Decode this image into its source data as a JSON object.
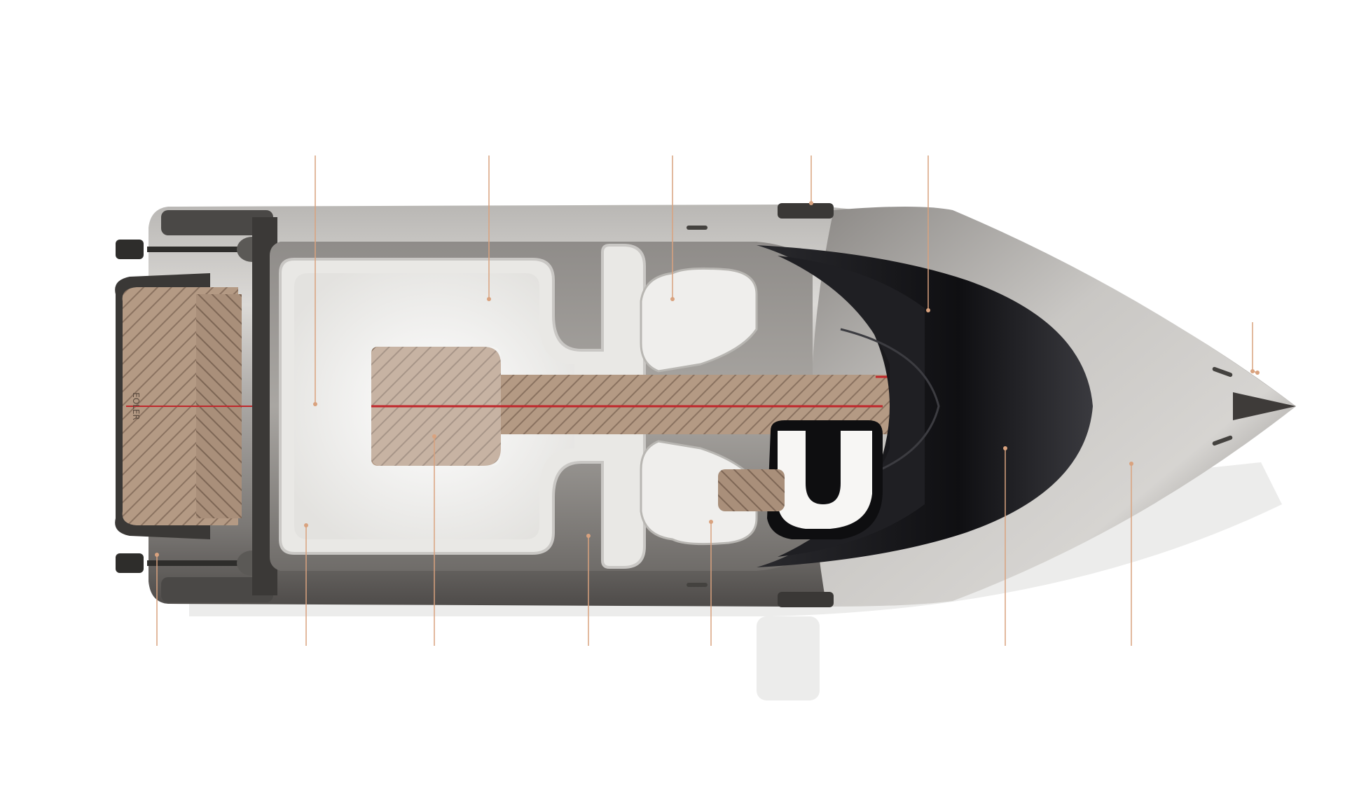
{
  "diagram": {
    "kind": "boat top-view design sketch with callout leader lines",
    "brand_mark": "EOLER",
    "colors": {
      "background": "#ffffff",
      "leader_line": "#d9a27e",
      "hull_light": "#d8d6d2",
      "hull_mid": "#9a9793",
      "hull_dark": "#55524f",
      "windshield": "#16161a",
      "cushion": "#f1f0ee",
      "teak": "#b79e88",
      "teak_stripe": "#8a7462",
      "centerline": "#c0282c",
      "shadow": "#ebebea"
    }
  },
  "callouts": [
    {
      "id": "top-1"
    },
    {
      "id": "top-2"
    },
    {
      "id": "top-3"
    },
    {
      "id": "top-4"
    },
    {
      "id": "top-5"
    },
    {
      "id": "top-6"
    },
    {
      "id": "bow"
    },
    {
      "id": "bottom-1"
    },
    {
      "id": "bottom-2"
    },
    {
      "id": "bottom-3"
    },
    {
      "id": "bottom-4"
    },
    {
      "id": "bottom-5"
    },
    {
      "id": "bottom-6"
    },
    {
      "id": "bottom-7"
    }
  ]
}
